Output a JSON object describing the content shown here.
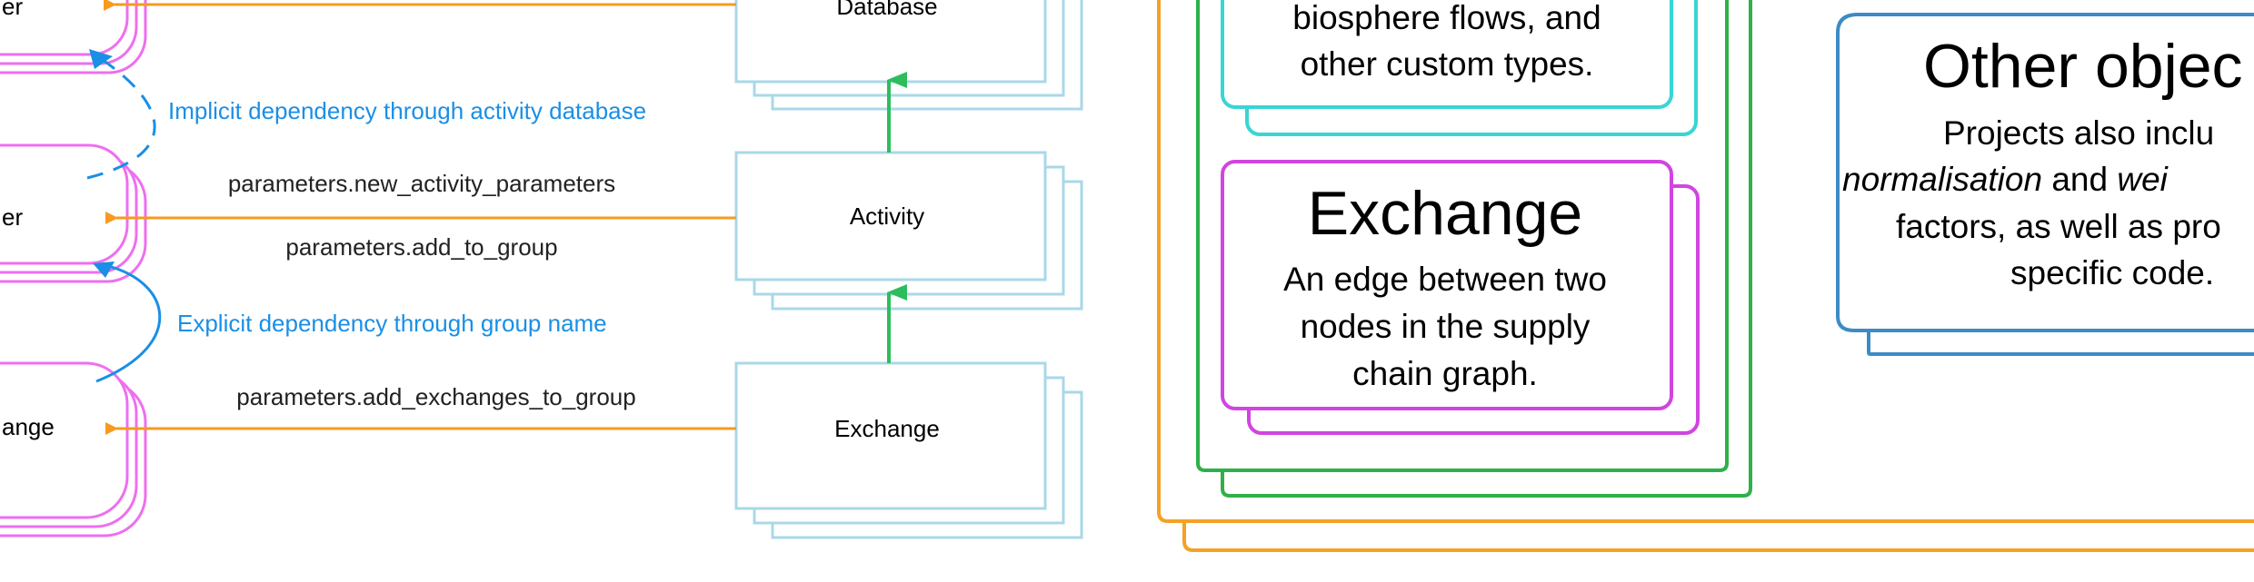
{
  "left_diagram": {
    "param_nodes": {
      "top_label": "er",
      "middle_label": "er",
      "bottom_label": "ange"
    },
    "stack_nodes": {
      "database": "Database",
      "activity": "Activity",
      "exchange": "Exchange"
    },
    "edge_labels": {
      "implicit_dependency": "Implicit dependency through activity database",
      "new_activity_parameters": "parameters.new_activity_parameters",
      "add_to_group": "parameters.add_to_group",
      "explicit_dependency": "Explicit dependency through group name",
      "add_exchanges_to_group": "parameters.add_exchanges_to_group"
    },
    "colors": {
      "orange_arrow": "#f79a1e",
      "green_arrow": "#2dbd5c",
      "blue_dependency": "#1a8fe6",
      "pink_node": "#ee6ff0",
      "stack_border": "#a9d8e8"
    }
  },
  "right_diagram": {
    "flows_box": {
      "line1": "biosphere flows, and",
      "line2": "other custom types."
    },
    "exchange_box": {
      "title": "Exchange",
      "line1": "An edge between two",
      "line2": "nodes in the supply",
      "line3": "chain graph."
    },
    "other_box": {
      "title": "Other objec",
      "line1": "Projects also inclu",
      "line2_italic1": "normalisation",
      "line2_mid": " and ",
      "line2_italic2": "wei",
      "line3": "factors, as well as pro",
      "line4": "specific code."
    },
    "colors": {
      "project_orange": "#f5a124",
      "database_green": "#2fb04a",
      "flows_cyan": "#39d5d5",
      "exchange_purple": "#d045e0",
      "other_blue": "#3d8bc4"
    }
  }
}
